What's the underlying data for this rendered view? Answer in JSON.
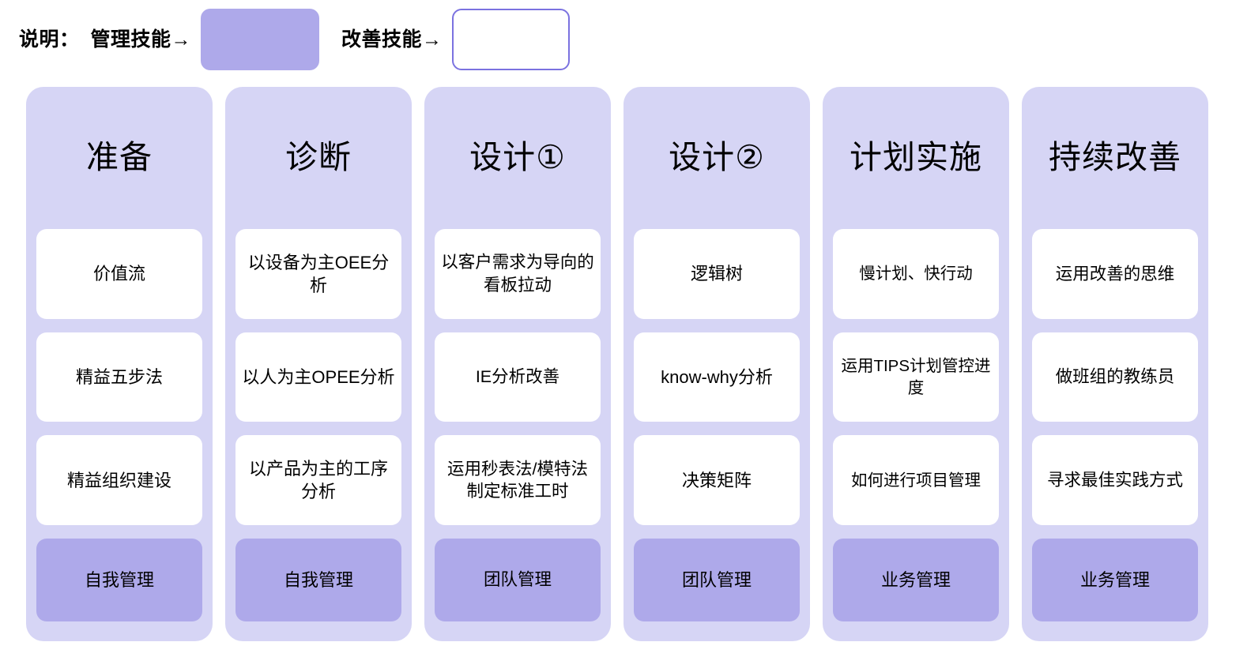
{
  "legend": {
    "intro": "说明：",
    "management_label": "管理技能→",
    "management_swatch_color": "#aea9ea",
    "improvement_label": "改善技能→",
    "improvement_swatch_color": "#ffffff",
    "improvement_swatch_border": "#7b72e0"
  },
  "theme": {
    "column_background": "#d6d5f5",
    "card_white": "#ffffff",
    "card_purple": "#aea9ea",
    "page_background": "#ffffff",
    "text_color": "#000000"
  },
  "columns": [
    {
      "title": "准备",
      "cards": [
        "价值流",
        "精益五步法",
        "精益组织建设"
      ],
      "footer": "自我管理"
    },
    {
      "title": "诊断",
      "cards": [
        "以设备为主OEE分析",
        "以人为主OPEE分析",
        "以产品为主的工序分析"
      ],
      "footer": "自我管理"
    },
    {
      "title": "设计①",
      "cards": [
        "以客户需求为导向的看板拉动",
        "IE分析改善",
        "运用秒表法/模特法制定标准工时"
      ],
      "footer": "团队管理"
    },
    {
      "title": "设计②",
      "cards": [
        "逻辑树",
        "know-why分析",
        "决策矩阵"
      ],
      "footer": "团队管理"
    },
    {
      "title": "计划实施",
      "cards": [
        "慢计划、快行动",
        "运用TIPS计划管控进度",
        "如何进行项目管理"
      ],
      "footer": "业务管理"
    },
    {
      "title": "持续改善",
      "cards": [
        "运用改善的思维",
        "做班组的教练员",
        "寻求最佳实践方式"
      ],
      "footer": "业务管理"
    }
  ]
}
